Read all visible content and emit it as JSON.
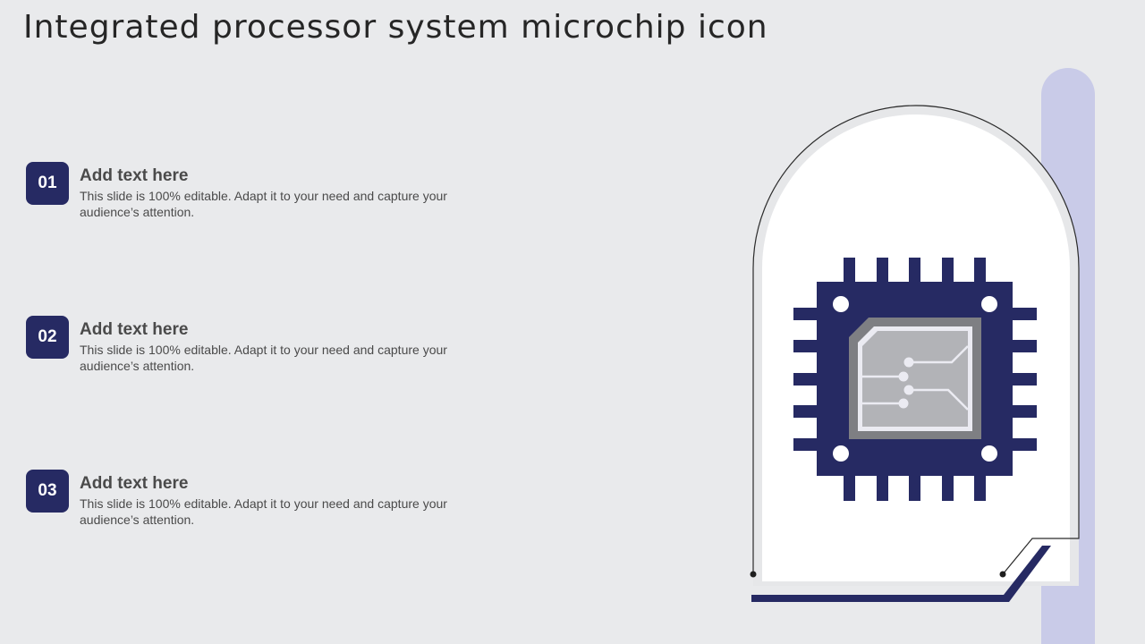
{
  "slide": {
    "title": "Integrated processor system microchip icon",
    "items": [
      {
        "number": "01",
        "heading": "Add text here",
        "body": "This slide is 100% editable. Adapt it to your need and capture your audience’s attention."
      },
      {
        "number": "02",
        "heading": "Add text here",
        "body": "This slide is 100% editable. Adapt it to your need and capture your audience’s attention."
      },
      {
        "number": "03",
        "heading": "Add text here",
        "body": "This slide is 100% editable. Adapt it to your need and capture your audience’s attention."
      }
    ]
  },
  "icons": {
    "illustration": "microchip-icon"
  },
  "colors": {
    "background": "#e9eaec",
    "accent_navy": "#262a63",
    "accent_lavender": "#c9cbe8",
    "chip_core": "#7e7f83",
    "chip_core_light": "#b2b3b7"
  }
}
